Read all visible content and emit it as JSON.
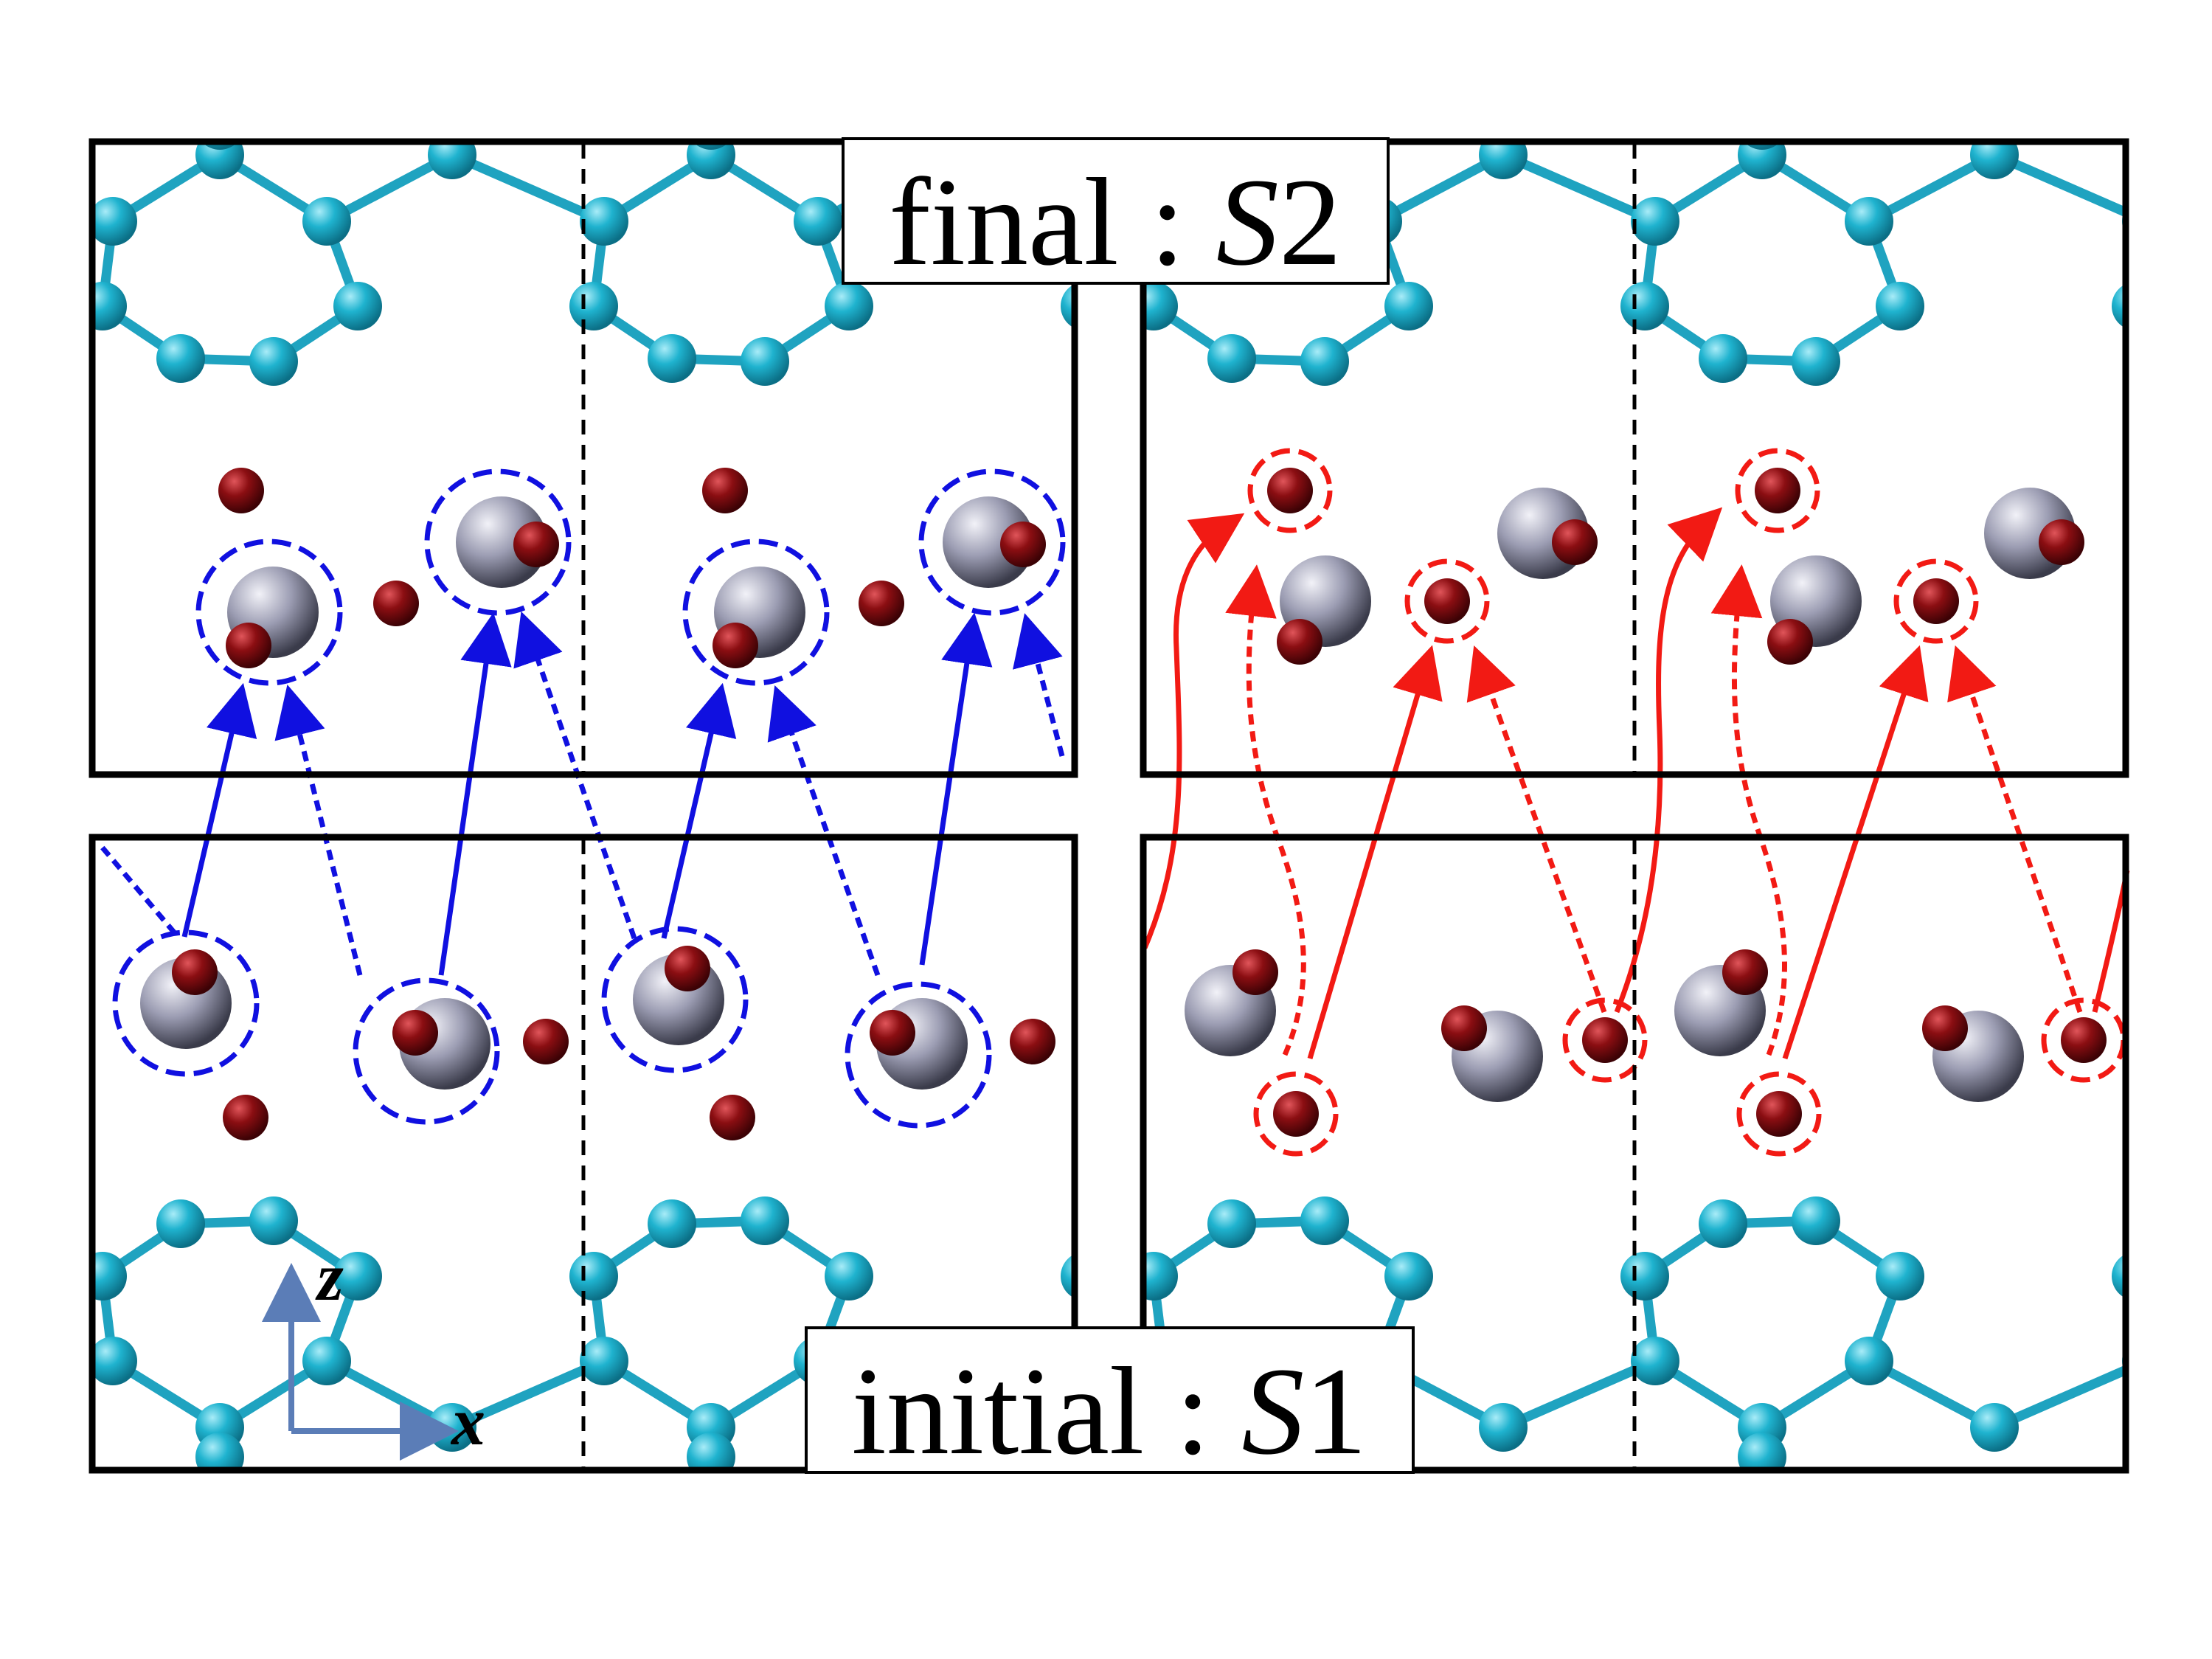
{
  "labels": {
    "final_word": "final",
    "final_colon": ":",
    "final_state_letter": "S",
    "final_state_num": "2",
    "initial_word": "initial",
    "initial_colon": ":",
    "initial_state_letter": "S",
    "initial_state_num": "1"
  },
  "axes": {
    "z_label": "z",
    "x_label": "x"
  },
  "colors": {
    "carbon": "#1fb3cf",
    "carbon_bond": "#1fa3c0",
    "metal": "#8f90a6",
    "oxygen": "#8b0e12",
    "blue_path": "#1010e0",
    "red_path": "#f21a14",
    "axis": "#5b7db7",
    "frame": "#000000"
  },
  "icons": {
    "arrow": "arrow-icon",
    "atom": "atom-icon"
  }
}
